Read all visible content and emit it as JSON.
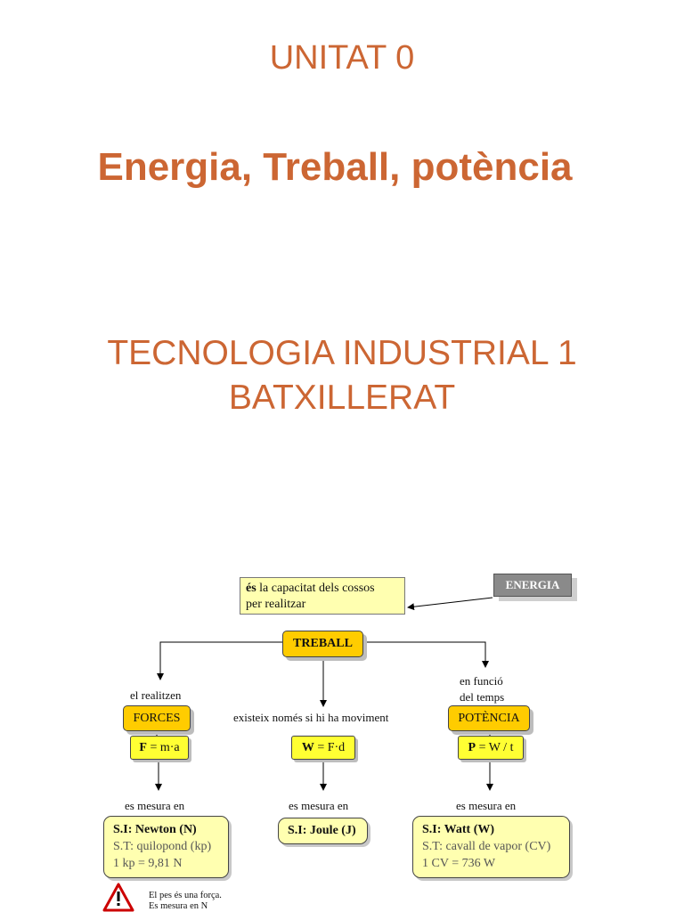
{
  "slide": {
    "unit": "UNITAT 0",
    "title": "Energia, Treball, potència",
    "subject_line1": "TECNOLOGIA INDUSTRIAL 1",
    "subject_line2": "BATXILLERAT",
    "title_color": "#cc6633"
  },
  "diagram": {
    "definition_prefix": "és",
    "definition_rest": " la capacitat dels cossos",
    "definition_line2": "per realitzar",
    "energia": "ENERGIA",
    "treball": "TREBALL",
    "left_branch": {
      "connector": "el realitzen",
      "concept": "FORCES",
      "formula_symbol": "F",
      "formula_rest": " = m·a",
      "measure_label": "es mesura en",
      "si": "S.I: Newton (N)",
      "st": "S.T: quilopond (kp)",
      "conversion": "1 kp = 9,81 N"
    },
    "center_branch": {
      "connector": "existeix només si hi ha moviment",
      "formula_symbol": "W",
      "formula_rest": " = F·d",
      "measure_label": "es mesura en",
      "si": "S.I: Joule (J)"
    },
    "right_branch": {
      "connector_line1": "en funció",
      "connector_line2": "del temps",
      "concept": "POTÈNCIA",
      "formula_symbol": "P",
      "formula_rest": " = W / t",
      "measure_label": "es mesura en",
      "si": "S.I: Watt (W)",
      "st": "S.T: cavall de vapor (CV)",
      "conversion": "1 CV = 736 W"
    },
    "warning": {
      "icon": "warning-triangle-icon",
      "line1": "El pes és una força.",
      "line2": "Es mesura en N"
    }
  }
}
